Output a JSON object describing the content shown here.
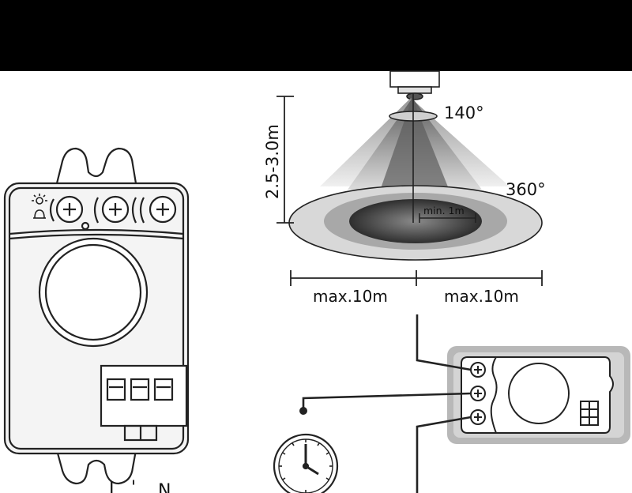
{
  "labels": {
    "angle_narrow": "140°",
    "angle_wide": "360°",
    "height": "2.5-3.0m",
    "min_radius": "min. 1m",
    "max_left": "max.10m",
    "max_right": "max.10m",
    "terminal_l": "L",
    "terminal_prime": "'",
    "terminal_n": "N"
  },
  "colors": {
    "header_band": "#000000",
    "line": "#222222",
    "cone_dark": "#6a6a6a",
    "cone_light": "#d4d4d4",
    "disc_outer": "#d8d8d8",
    "disc_mid": "#a6a6a6",
    "disc_inner": "#3c3c3c",
    "small_panel": "#b5b5b5"
  },
  "icons": [
    "sensor-device-icon",
    "clock-icon",
    "screw-terminal-icon",
    "light-sensor-icon"
  ]
}
